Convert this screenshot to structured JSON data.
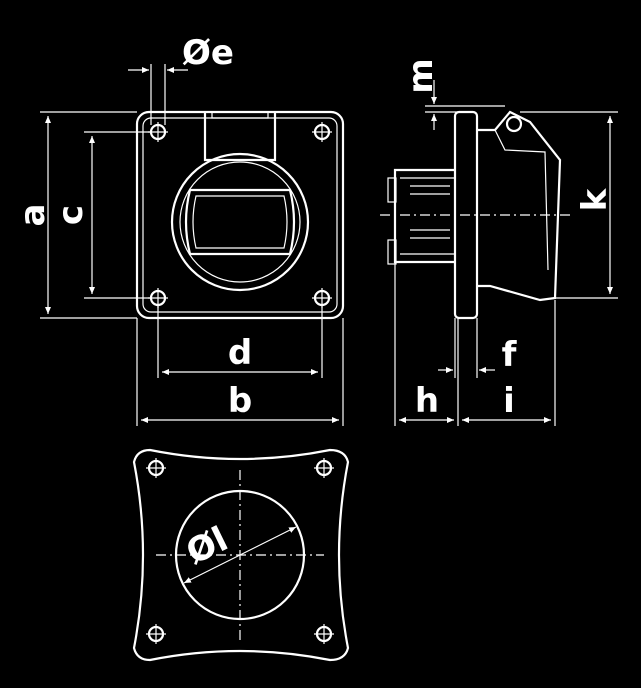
{
  "colors": {
    "background": "#000000",
    "stroke": "#ffffff"
  },
  "labels": {
    "a": "a",
    "b": "b",
    "c": "c",
    "d": "d",
    "e": "Øe",
    "f": "f",
    "h": "h",
    "i": "i",
    "k": "k",
    "l": "Øl",
    "m": "m"
  }
}
